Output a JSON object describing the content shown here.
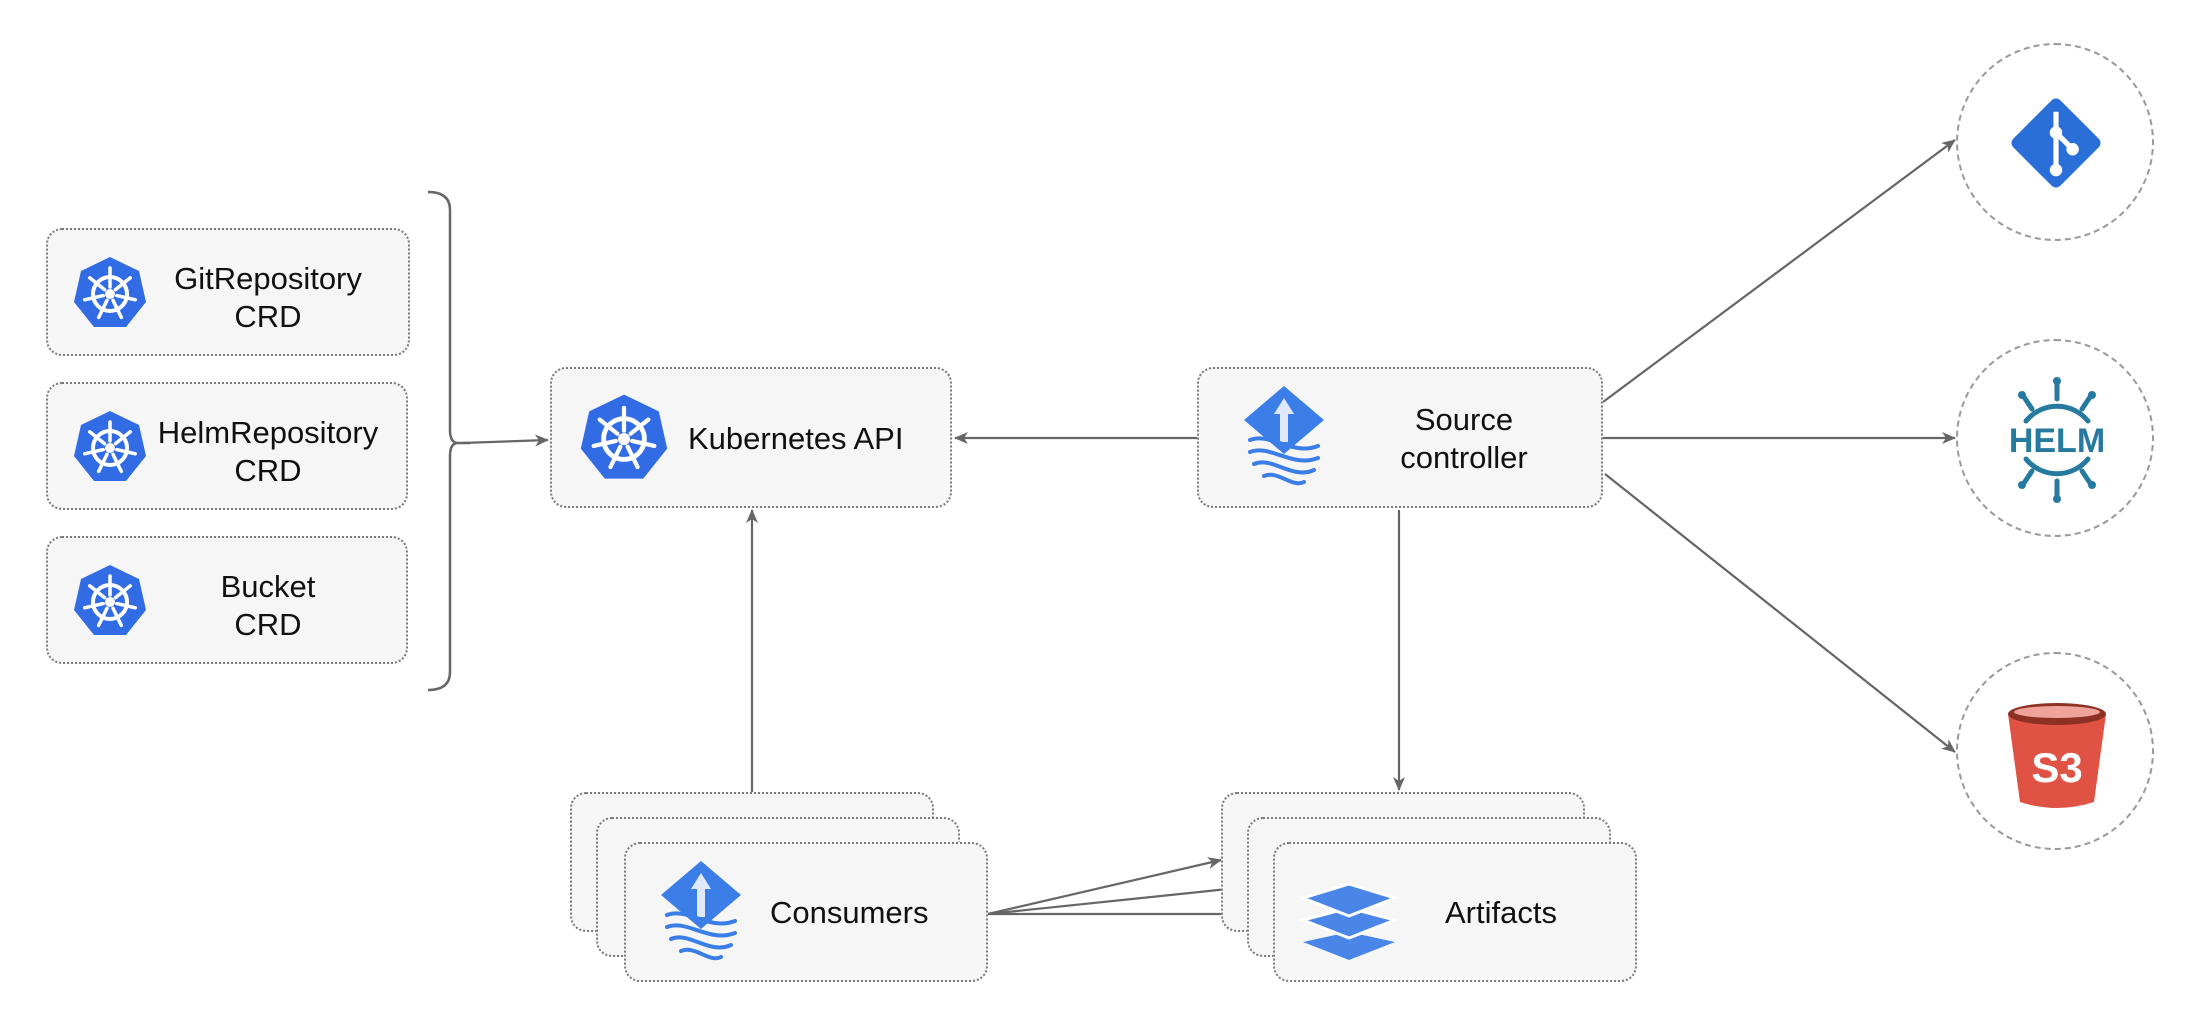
{
  "crds": [
    {
      "line1": "GitRepository",
      "line2": "CRD"
    },
    {
      "line1": "HelmRepository",
      "line2": "CRD"
    },
    {
      "line1": "Bucket",
      "line2": "CRD"
    }
  ],
  "kubernetes_api": {
    "label": "Kubernetes API"
  },
  "source_controller": {
    "line1": "Source",
    "line2": "controller"
  },
  "consumers": {
    "label": "Consumers"
  },
  "artifacts": {
    "label": "Artifacts"
  },
  "external_sources": {
    "git": {
      "icon": "git-icon"
    },
    "helm": {
      "icon": "helm-icon",
      "text": "HELM"
    },
    "s3": {
      "icon": "s3-bucket-icon",
      "text": "S3"
    }
  },
  "colors": {
    "kubernetes_blue": "#326ce5",
    "flux_blue": "#3b7ee8",
    "git_blue": "#2a6fd8",
    "helm_teal": "#277a9f",
    "s3_red": "#e05243",
    "artifacts_blue": "#4a86e8",
    "arrow_gray": "#666666"
  }
}
